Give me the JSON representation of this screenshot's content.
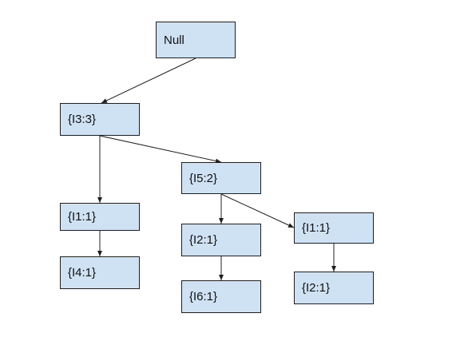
{
  "nodes": {
    "null": "Null",
    "i3": "{I3:3}",
    "i5": "{I5:2}",
    "i1a": "{I1:1}",
    "i4": "{I4:1}",
    "i2a": "{I2:1}",
    "i6": "{I6:1}",
    "i1b": "{I1:1}",
    "i2b": "{I2:1}"
  },
  "edges": [
    {
      "from": "null",
      "to": "i3"
    },
    {
      "from": "i3",
      "to": "i1a"
    },
    {
      "from": "i3",
      "to": "i5"
    },
    {
      "from": "i1a",
      "to": "i4"
    },
    {
      "from": "i5",
      "to": "i2a"
    },
    {
      "from": "i5",
      "to": "i1b"
    },
    {
      "from": "i2a",
      "to": "i6"
    },
    {
      "from": "i1b",
      "to": "i2b"
    }
  ],
  "colors": {
    "node_fill": "#cfe2f3",
    "node_border": "#1f1f1f",
    "edge": "#1f1f1f"
  }
}
